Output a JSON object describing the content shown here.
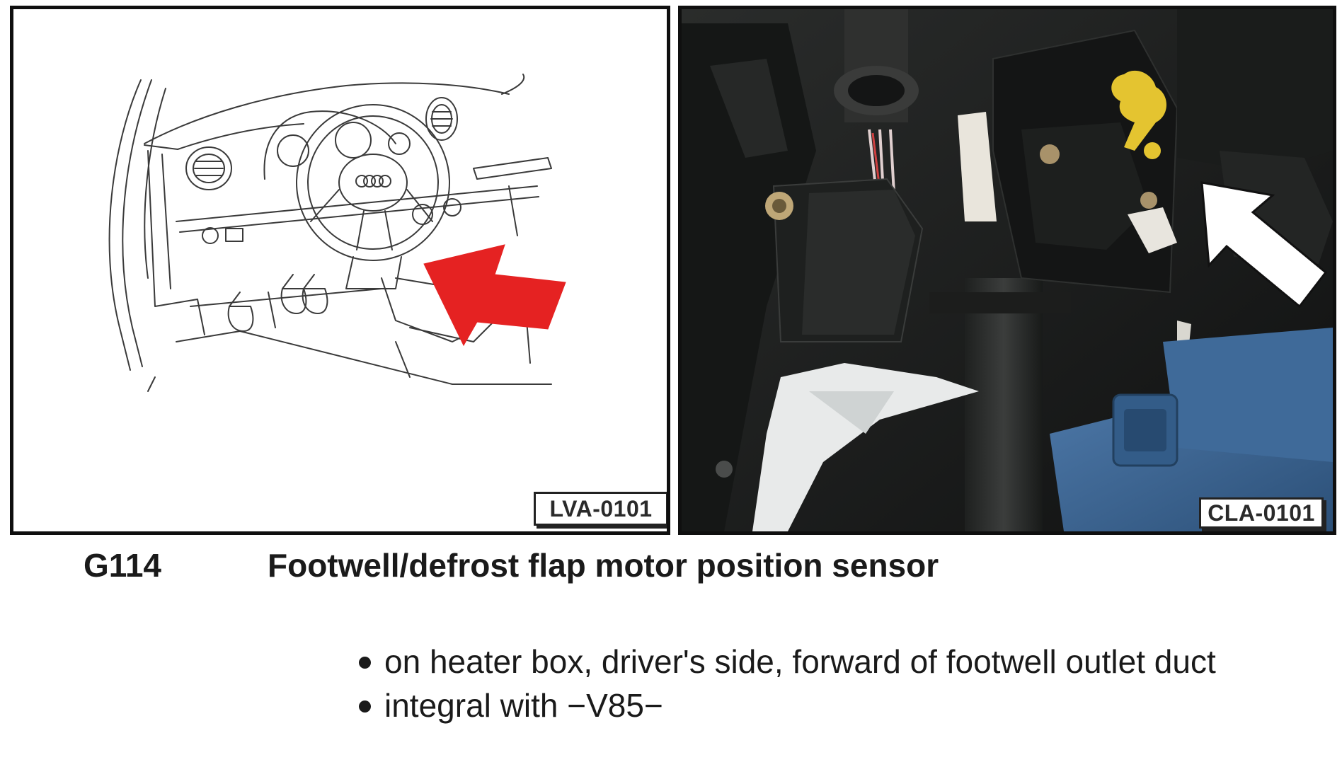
{
  "figures": {
    "left": {
      "ref_code": "LVA-0101",
      "arrow_color": "#e52222"
    },
    "right": {
      "ref_code": "CLA-0101",
      "arrow_color": "#ffffff"
    }
  },
  "component": {
    "code": "G114",
    "title": "Footwell/defrost flap motor position sensor"
  },
  "notes": [
    "on heater box, driver's side, forward of footwell outlet duct",
    "integral with −V85−"
  ]
}
